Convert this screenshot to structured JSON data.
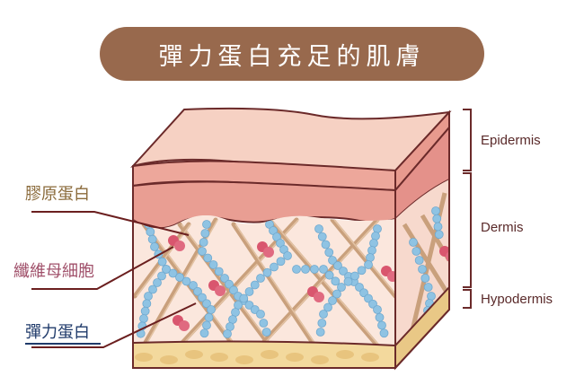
{
  "title": "彈力蛋白充足的肌膚",
  "left_labels": {
    "collagen": "膠原蛋白",
    "fibroblast": "纖維母細胞",
    "elastin": "彈力蛋白"
  },
  "right_labels": {
    "epidermis": "Epidermis",
    "dermis": "Dermis",
    "hypodermis": "Hypodermis"
  },
  "colors": {
    "title_bg": "#98694d",
    "collagen_label": "#8a6a3a",
    "fibroblast_label": "#a0506a",
    "elastin_label": "#1f3a6a",
    "elastin_bead": "#8fc3e3",
    "fibroblast_cell": "#d9566e",
    "collagen_fiber": "#c9a07c"
  }
}
